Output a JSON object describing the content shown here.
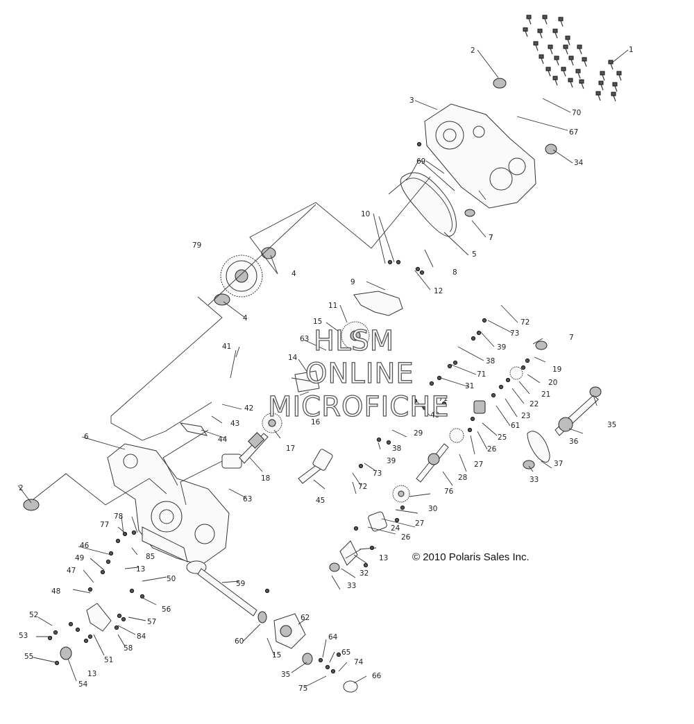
{
  "copyright": "© 2010 Polaris Sales Inc.",
  "watermark": {
    "line1": "HLSM",
    "line2": "ONLINE",
    "line3": "MICROFICHE"
  },
  "callouts": [
    "1",
    "2",
    "3",
    "70",
    "67",
    "34",
    "69",
    "10",
    "5",
    "7",
    "79",
    "4",
    "8",
    "12",
    "9",
    "11",
    "15",
    "63",
    "72",
    "73",
    "39",
    "38",
    "71",
    "31",
    "19",
    "20",
    "21",
    "22",
    "23",
    "61",
    "25",
    "26",
    "27",
    "28",
    "14",
    "40",
    "16",
    "17",
    "18",
    "41",
    "42",
    "43",
    "44",
    "6",
    "29",
    "76",
    "30",
    "24",
    "32",
    "33",
    "13",
    "35",
    "36",
    "37",
    "45",
    "46",
    "47",
    "48",
    "49",
    "50",
    "51",
    "52",
    "53",
    "54",
    "55",
    "56",
    "57",
    "58",
    "59",
    "60",
    "62",
    "64",
    "65",
    "66",
    "74",
    "75",
    "77",
    "78",
    "84",
    "85"
  ]
}
